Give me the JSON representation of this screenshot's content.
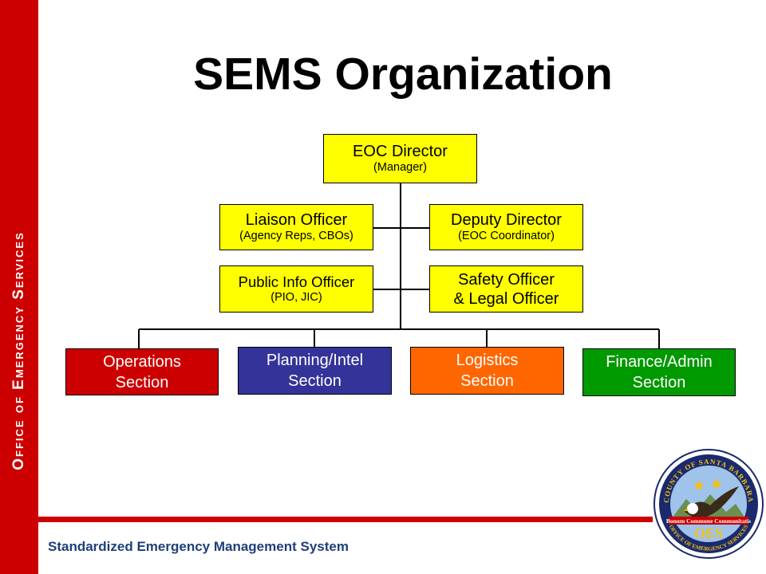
{
  "slide": {
    "title": "SEMS Organization",
    "side_text": "Office of Emergency Services",
    "footer": "Standardized Emergency Management System"
  },
  "org": {
    "director": {
      "title": "EOC Director",
      "subtitle": "(Manager)"
    },
    "liaison": {
      "title": "Liaison Officer",
      "subtitle": "(Agency Reps, CBOs)"
    },
    "deputy": {
      "title": "Deputy Director",
      "subtitle": "(EOC Coordinator)"
    },
    "pio": {
      "title": "Public Info Officer",
      "subtitle": "(PIO, JIC)"
    },
    "safety": {
      "line1": "Safety Officer",
      "line2": "& Legal Officer"
    },
    "sections": [
      {
        "line1": "Operations",
        "line2": "Section",
        "color": "#cc0000"
      },
      {
        "line1": "Planning/Intel",
        "line2": "Section",
        "color": "#333399"
      },
      {
        "line1": "Logistics",
        "line2": "Section",
        "color": "#ff6600"
      },
      {
        "line1": "Finance/Admin",
        "line2": "Section",
        "color": "#009900"
      }
    ]
  },
  "seal": {
    "top_text": "COUNTY OF SANTA BARBARA",
    "motto": "Bonum Commune Communitatis",
    "acronym": "OES",
    "bottom_text": "OFFICE OF EMERGENCY SERVICES"
  },
  "colors": {
    "accent_red": "#cc0000",
    "box_yellow": "#ffff00",
    "footer_blue": "#1f3f7a"
  }
}
